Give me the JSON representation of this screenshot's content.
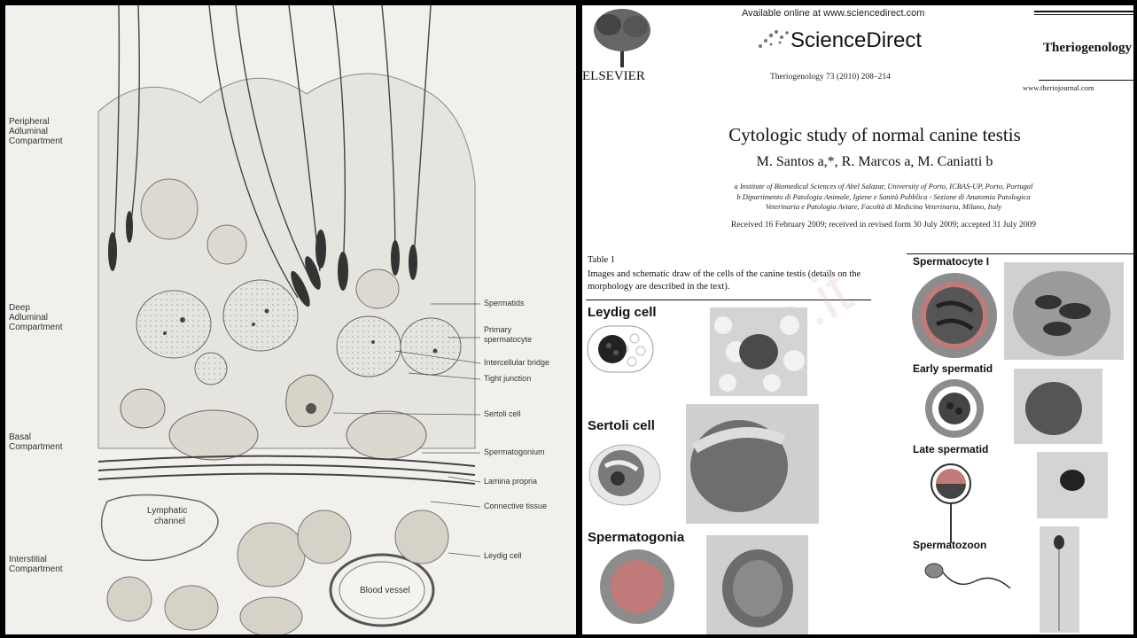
{
  "left_panel": {
    "compartments": [
      {
        "lines": [
          "Peripheral",
          "Adluminal",
          "Compartment"
        ]
      },
      {
        "lines": [
          "Deep",
          "Adluminal",
          "Compartment"
        ]
      },
      {
        "lines": [
          "Basal",
          "Compartment"
        ]
      },
      {
        "lines": [
          "Interstitial",
          "Compartment"
        ]
      }
    ],
    "structure_labels": [
      "Spermatids",
      "Primary",
      "spermatocyte",
      "Intercellular bridge",
      "Tight junction",
      "Sertoli cell",
      "Spermatogonium",
      "Lamina propria",
      "Connective tissue",
      "Leydig cell"
    ],
    "inline_labels": {
      "lymphatic_1": "Lymphatic",
      "lymphatic_2": "channel",
      "blood_vessel": "Blood vessel"
    }
  },
  "article": {
    "available_online": "Available online at www.sciencedirect.com",
    "platform": "ScienceDirect",
    "publisher": "ELSEVIER",
    "journal": "Theriogenology",
    "citation": "Theriogenology 73 (2010) 208–214",
    "journal_url": "www.theriojournal.com",
    "title": "Cytologic study of normal canine testis",
    "authors": "M. Santos a,*, R. Marcos a, M. Caniatti b",
    "affiliation_a": "a Institute of Biomedical Sciences of Abel Salazar, University of Porto, ICBAS-UP, Porto, Portugal",
    "affiliation_b1": "b Dipartimento di Patologia Animale, Igiene e Sanità Pubblica - Sezione di Anatomia Patologica",
    "affiliation_b2": "Veterinaria e Patologia Aviare, Facoltà di Medicina Veterinaria, Milano, Italy",
    "received": "Received 16 February 2009; received in revised form 30 July 2009; accepted 31 July 2009",
    "table_caption": "Table 1",
    "table_description": "Images and schematic draw of the cells of the canine testis (details on the morphology are described in the text).",
    "cells": [
      "Leydig cell",
      "Sertoli cell",
      "Spermatogonia",
      "Spermatocyte I",
      "Early spermatid",
      "Late spermatid",
      "Spermatozoon"
    ]
  },
  "icons": [
    "elsevier-tree-icon",
    "sciencedirect-dots-icon"
  ],
  "colors": {
    "frame": "#000000",
    "panel_bg": "#f1f0ec",
    "gray_fill": "#8c8c8c",
    "red_fill": "#c07a7a"
  }
}
